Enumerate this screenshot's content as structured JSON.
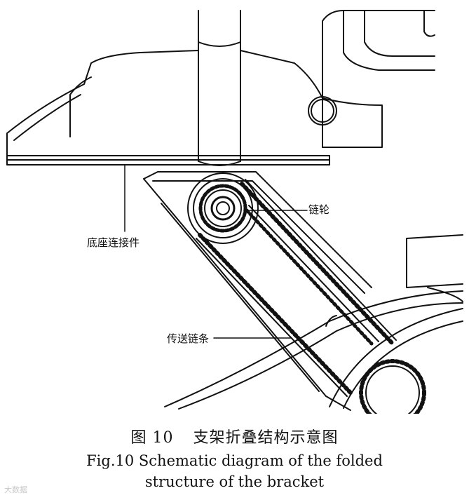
{
  "labels": {
    "sprocket": "链轮",
    "base_connector": "底座连接件",
    "transmission_chain": "传送链条"
  },
  "caption": {
    "cn_number": "图 10",
    "cn_title": "支架折叠结构示意图",
    "en_line1": "Fig.10 Schematic diagram of the folded",
    "en_line2": "structure of the bracket"
  },
  "watermark": "大数据"
}
